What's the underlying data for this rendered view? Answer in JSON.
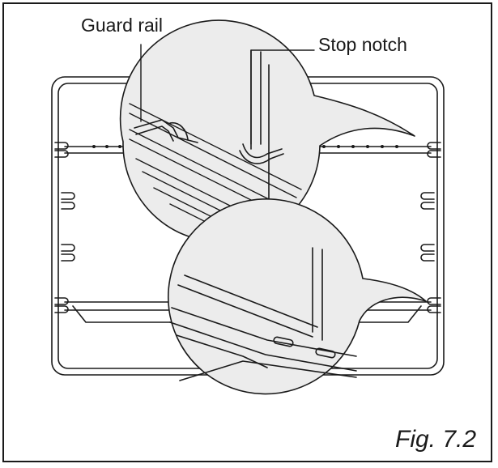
{
  "callouts": {
    "guard_rail": "Guard rail",
    "stop_notch": "Stop notch"
  },
  "caption": "Fig. 7.2",
  "colors": {
    "line": "#1a1a1a",
    "frame": "#1a1a1a",
    "magnifier_fill": "#ececec",
    "background": "#ffffff"
  }
}
